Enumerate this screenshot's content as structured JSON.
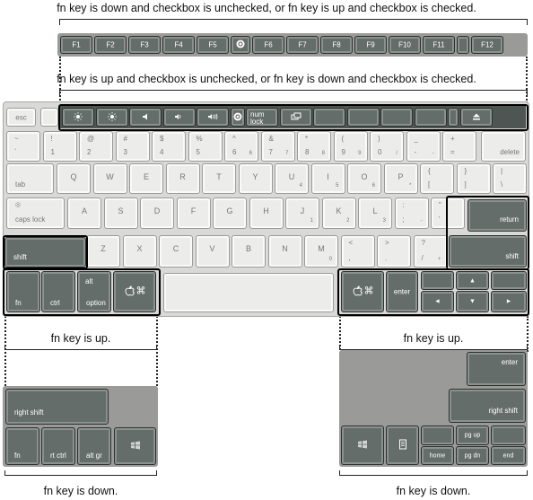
{
  "captions": {
    "top": "fn key is down and checkbox is unchecked, or fn key is up and checkbox is checked.",
    "middle": "fn key is up and checkbox is unchecked, or fn key is down and checkbox is checked.",
    "left_up": "fn key is up.",
    "right_up": "fn key is up.",
    "left_down": "fn key is down.",
    "right_down": "fn key is down."
  },
  "f_row": [
    "F1",
    "F2",
    "F3",
    "F4",
    "F5",
    "",
    "F6",
    "F7",
    "F8",
    "F9",
    "F10",
    "F11",
    "",
    "F12"
  ],
  "special_row": {
    "num_lock_top": "num",
    "num_lock_bottom": "lock",
    "icons": [
      "brightness-down-icon",
      "brightness-up-icon",
      "volume-mute-icon",
      "volume-down-icon",
      "volume-up-icon",
      "eject-small-icon",
      "num-lock",
      "display-mirror-icon",
      "",
      "",
      "",
      "",
      "",
      "eject-icon"
    ]
  },
  "keys": {
    "esc": "esc",
    "number_row": [
      {
        "top": "~",
        "bottom": "`"
      },
      {
        "top": "!",
        "bottom": "1"
      },
      {
        "top": "@",
        "bottom": "2"
      },
      {
        "top": "#",
        "bottom": "3"
      },
      {
        "top": "$",
        "bottom": "4"
      },
      {
        "top": "%",
        "bottom": "5"
      },
      {
        "top": "^",
        "bottom": "6",
        "sub": "6"
      },
      {
        "top": "&",
        "bottom": "7",
        "sub": "7"
      },
      {
        "top": "*",
        "bottom": "8",
        "sub": "8"
      },
      {
        "top": "(",
        "bottom": "9",
        "sub": "9"
      },
      {
        "top": ")",
        "bottom": "0",
        "sub": "/"
      },
      {
        "top": "_",
        "bottom": "-",
        "sub": "-"
      },
      {
        "top": "+",
        "bottom": "="
      }
    ],
    "delete": "delete",
    "tab": "tab",
    "qwerty_row": [
      {
        "label": "Q"
      },
      {
        "label": "W"
      },
      {
        "label": "E"
      },
      {
        "label": "R"
      },
      {
        "label": "T"
      },
      {
        "label": "Y"
      },
      {
        "label": "U",
        "sub": "4"
      },
      {
        "label": "I",
        "sub": "5"
      },
      {
        "label": "O",
        "sub": "6"
      },
      {
        "label": "P",
        "sub": "*"
      },
      {
        "top": "{",
        "bottom": "["
      },
      {
        "top": "}",
        "bottom": "]"
      },
      {
        "top": "|",
        "bottom": "\\"
      }
    ],
    "caps_lock": "caps lock",
    "asdf_row": [
      {
        "label": "A"
      },
      {
        "label": "S"
      },
      {
        "label": "D"
      },
      {
        "label": "F"
      },
      {
        "label": "G"
      },
      {
        "label": "H"
      },
      {
        "label": "J",
        "sub": "1"
      },
      {
        "label": "K",
        "sub": "2"
      },
      {
        "label": "L",
        "sub": "3"
      },
      {
        "top": ":",
        "bottom": ";",
        "sub": "-"
      },
      {
        "top": "\"",
        "bottom": "'"
      }
    ],
    "return": "return",
    "shift_left": "shift",
    "zxcv_row": [
      {
        "label": "Z"
      },
      {
        "label": "X"
      },
      {
        "label": "C"
      },
      {
        "label": "V"
      },
      {
        "label": "B"
      },
      {
        "label": "N"
      },
      {
        "label": "M",
        "sub": "0"
      },
      {
        "top": "<",
        "bottom": ","
      },
      {
        "top": ">",
        "bottom": "."
      },
      {
        "top": "?",
        "bottom": "/",
        "sub": "+"
      }
    ],
    "shift_right": "shift",
    "fn": "fn",
    "ctrl": "ctrl",
    "option_top": "alt",
    "option": "option",
    "cmd_symbol": "⌘",
    "enter": "enter",
    "arrows": {
      "up": "▲",
      "left": "◄",
      "down": "▼",
      "right": "►"
    }
  },
  "down_left": {
    "right_shift": "right shift",
    "fn": "fn",
    "rt_ctrl": "rt ctrl",
    "alt_gr": "alt gr"
  },
  "down_right": {
    "enter": "enter",
    "right_shift": "right shift",
    "pg_up": "pg up",
    "home": "home",
    "pg_dn": "pg dn",
    "end": "end"
  }
}
